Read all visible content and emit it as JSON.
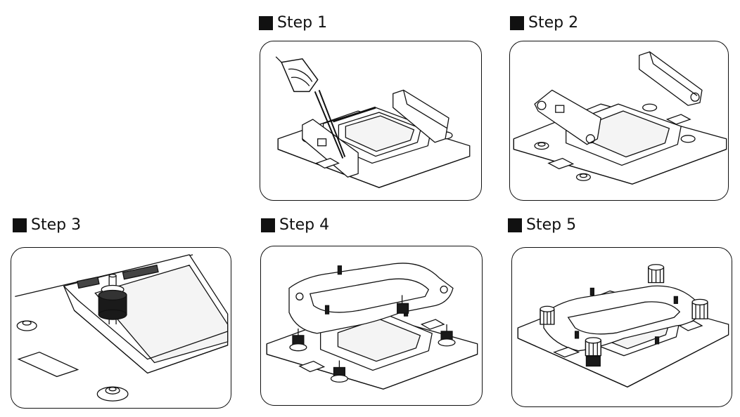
{
  "steps": [
    {
      "label": "Step 1"
    },
    {
      "label": "Step 2"
    },
    {
      "label": "Step 3"
    },
    {
      "label": "Step 4"
    },
    {
      "label": "Step 5"
    }
  ],
  "colors": {
    "line": "#111111",
    "fill": "#ffffff",
    "shade": "#bdbdbd",
    "dark": "#1a1a1a"
  }
}
